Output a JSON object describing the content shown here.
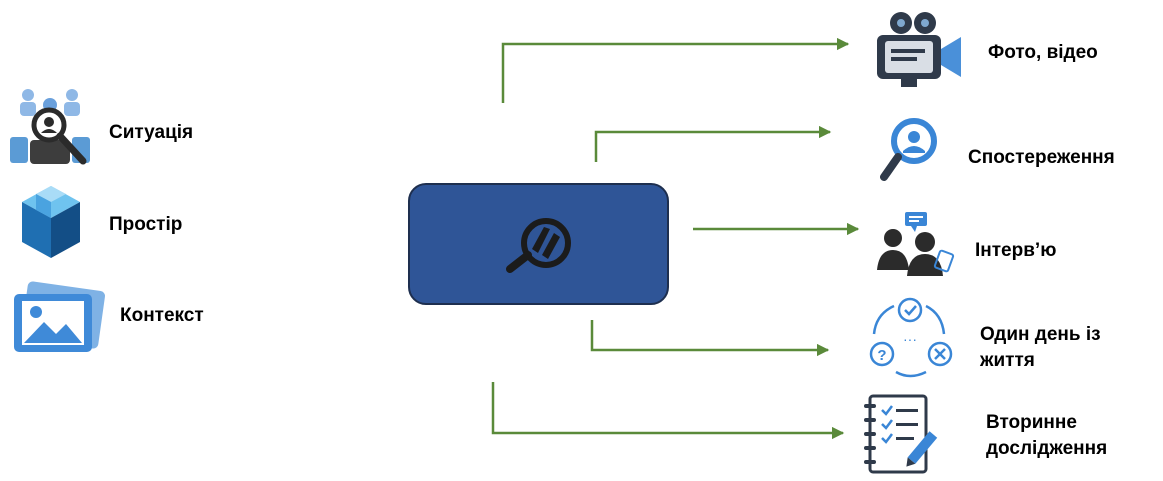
{
  "colors": {
    "arrow": "#5a8a3a",
    "center_box": "#2f5597",
    "center_box_border": "#1e2f4f",
    "icon_blue": "#4a90d9",
    "icon_dark": "#2b2b2b",
    "text": "#000000"
  },
  "left_items": [
    {
      "label": "Ситуація",
      "icon": "people-magnifier-icon"
    },
    {
      "label": "Простір",
      "icon": "cube-icon"
    },
    {
      "label": "Контекст",
      "icon": "photos-icon"
    }
  ],
  "center": {
    "icon": "magnifier-icon"
  },
  "right_items": [
    {
      "label": "Фото, відео",
      "icon": "video-camera-icon"
    },
    {
      "label": "Спостереження",
      "icon": "observation-icon"
    },
    {
      "label": "Інтерв’ю",
      "icon": "interview-icon"
    },
    {
      "label_line1": "Один день із",
      "label_line2": "життя",
      "icon": "cycle-icon"
    },
    {
      "label_line1": "Вторинне",
      "label_line2": "дослідження",
      "icon": "checklist-icon"
    }
  ]
}
